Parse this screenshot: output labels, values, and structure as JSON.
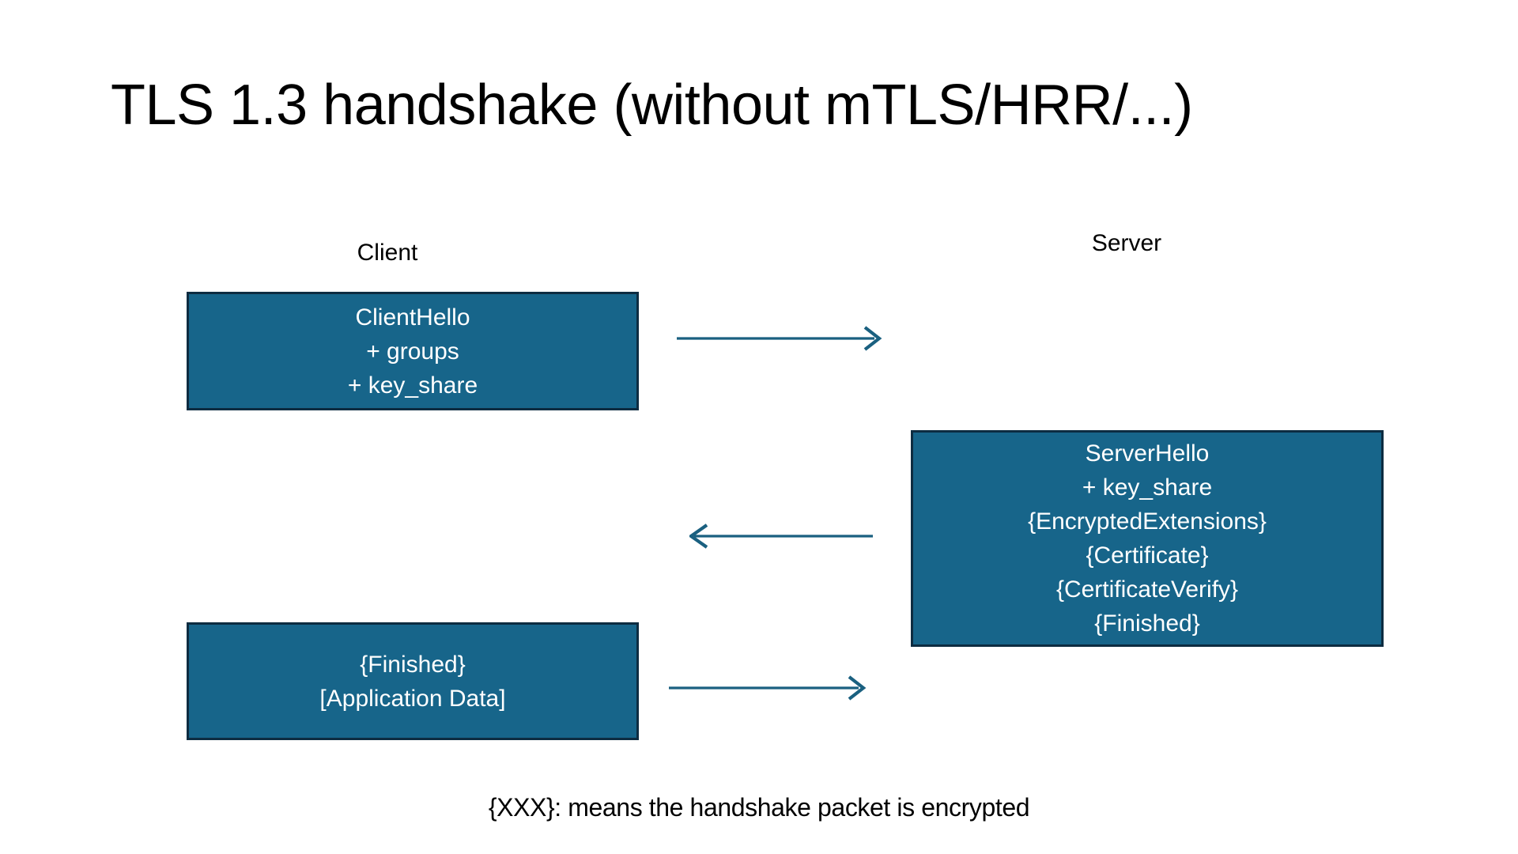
{
  "slide": {
    "title": "TLS 1.3 handshake (without mTLS/HRR/...)",
    "background_color": "#ffffff",
    "footnote": "{XXX}: means the handshake packet is encrypted"
  },
  "colors": {
    "box_fill": "#17658a",
    "box_border": "#0d2c41",
    "box_text": "#ffffff",
    "arrow": "#1a6080",
    "text": "#000000"
  },
  "columns": {
    "client_label": "Client",
    "server_label": "Server"
  },
  "messages": [
    {
      "id": "client-hello",
      "sender": "client",
      "lines": [
        "ClientHello",
        "+ groups",
        "+ key_share"
      ],
      "line_0": "ClientHello",
      "line_1": "+ groups",
      "line_2": "+ key_share"
    },
    {
      "id": "server-hello",
      "sender": "server",
      "lines": [
        "ServerHello",
        "+ key_share",
        "{EncryptedExtensions}",
        "{Certificate}",
        "{CertificateVerify}",
        "{Finished}"
      ],
      "line_0": "ServerHello",
      "line_1": "+ key_share",
      "line_2": "{EncryptedExtensions}",
      "line_3": "{Certificate}",
      "line_4": "{CertificateVerify}",
      "line_5": "{Finished}"
    },
    {
      "id": "client-finished",
      "sender": "client",
      "lines": [
        "{Finished}",
        "[Application Data]"
      ],
      "line_0": "{Finished}",
      "line_1": "[Application Data]"
    }
  ],
  "arrows": [
    {
      "id": "arrow-client-to-server-1",
      "direction": "right"
    },
    {
      "id": "arrow-server-to-client-1",
      "direction": "left"
    },
    {
      "id": "arrow-client-to-server-2",
      "direction": "right"
    }
  ]
}
